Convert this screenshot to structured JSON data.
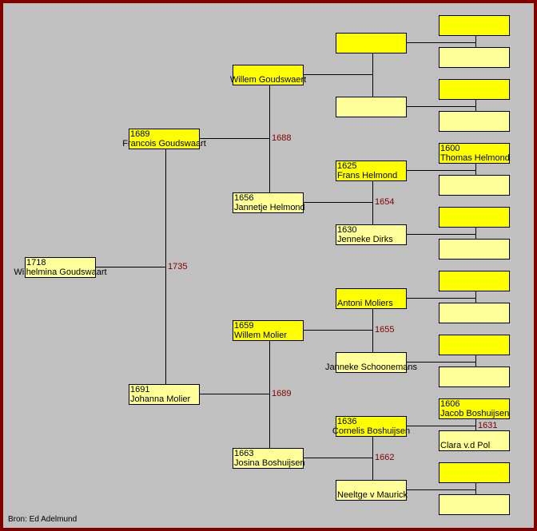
{
  "footer": {
    "source": "Bron: Ed Adelmund"
  },
  "colors": {
    "male": "#ffff00",
    "female": "#ffff99",
    "frame": "#800000",
    "marriage_year": "#800000"
  },
  "generations": [
    [
      {
        "year": "1718",
        "name": "Wilhelmina Goudswaart",
        "sex": "f",
        "parents_married": "1735"
      }
    ],
    [
      {
        "year": "1689",
        "name": "Francois Goudswaart",
        "sex": "m",
        "parents_married": "1688"
      },
      {
        "year": "1691",
        "name": "Johanna Molier",
        "sex": "f",
        "parents_married": "1689"
      }
    ],
    [
      {
        "year": "",
        "name": "Willem Goudswaert",
        "sex": "m",
        "parents_married": ""
      },
      {
        "year": "1656",
        "name": "Jannetje Helmond",
        "sex": "f",
        "parents_married": "1654"
      },
      {
        "year": "1659",
        "name": "Willem Molier",
        "sex": "m",
        "parents_married": "1655"
      },
      {
        "year": "1663",
        "name": "Josina Boshuijsen",
        "sex": "f",
        "parents_married": "1662"
      }
    ],
    [
      {
        "year": "",
        "name": "",
        "sex": "m",
        "parents_married": ""
      },
      {
        "year": "",
        "name": "",
        "sex": "f",
        "parents_married": ""
      },
      {
        "year": "1625",
        "name": "Frans Helmond",
        "sex": "m",
        "parents_married": ""
      },
      {
        "year": "1630",
        "name": "Jenneke Dirks",
        "sex": "f",
        "parents_married": ""
      },
      {
        "year": "",
        "name": "Antoni Moliers",
        "sex": "m",
        "parents_married": ""
      },
      {
        "year": "",
        "name": "Janneke Schoonemans",
        "sex": "f",
        "parents_married": ""
      },
      {
        "year": "1636",
        "name": "Cornelis Boshuijsen",
        "sex": "m",
        "parents_married": "1631"
      },
      {
        "year": "",
        "name": "Neeltge v Maurick",
        "sex": "f",
        "parents_married": ""
      }
    ],
    [
      {
        "year": "",
        "name": "",
        "sex": "m"
      },
      {
        "year": "",
        "name": "",
        "sex": "f"
      },
      {
        "year": "",
        "name": "",
        "sex": "m"
      },
      {
        "year": "",
        "name": "",
        "sex": "f"
      },
      {
        "year": "1600",
        "name": "Thomas Helmond",
        "sex": "m"
      },
      {
        "year": "",
        "name": "",
        "sex": "f"
      },
      {
        "year": "",
        "name": "",
        "sex": "m"
      },
      {
        "year": "",
        "name": "",
        "sex": "f"
      },
      {
        "year": "",
        "name": "",
        "sex": "m"
      },
      {
        "year": "",
        "name": "",
        "sex": "f"
      },
      {
        "year": "",
        "name": "",
        "sex": "m"
      },
      {
        "year": "",
        "name": "",
        "sex": "f"
      },
      {
        "year": "1606",
        "name": "Jacob Boshuijsen",
        "sex": "m"
      },
      {
        "year": "",
        "name": "Clara v.d Pol",
        "sex": "f"
      },
      {
        "year": "",
        "name": "",
        "sex": "m"
      },
      {
        "year": "",
        "name": "",
        "sex": "f"
      }
    ]
  ]
}
